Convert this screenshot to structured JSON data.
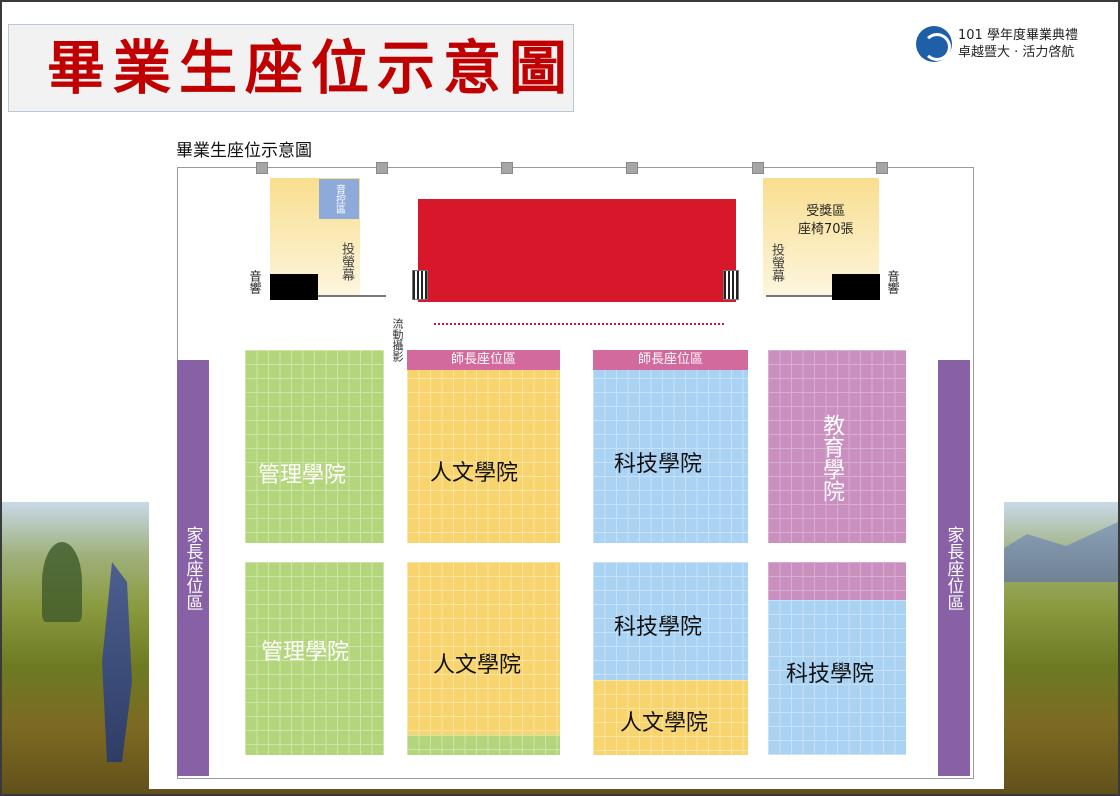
{
  "slide": {
    "title": "畢業生座位示意圖",
    "brand": {
      "line1": "101 學年度畢業典禮",
      "line2": "卓越暨大 · 活力啓航",
      "icon": "university-logo-icon"
    }
  },
  "map": {
    "caption": "畢業生座位示意圖",
    "av_room": "音控區",
    "speaker_label": "音響",
    "screen_label": "投螢幕",
    "award_area_line1": "受獎區",
    "award_area_line2": "座椅70張",
    "roaming_camera": "流動攝影",
    "family_seats": "家長座位區",
    "faculty_seats": "師長座位區",
    "blocks": {
      "management_top": "管理學院",
      "humanities_top": "人文學院",
      "tech_top": "科技學院",
      "education": "教育學院",
      "management_bottom": "管理學院",
      "humanities_bottom": "人文學院",
      "tech_bottom_mid": "科技學院",
      "humanities_bottom_small": "人文學院",
      "tech_bottom_right": "科技學院"
    },
    "colors": {
      "management": "#b3d67c",
      "humanities": "#f7d46d",
      "tech": "#a9d2f3",
      "education": "#c98fbf",
      "family": "#8760a6",
      "faculty": "#d36a9d",
      "stage": "#d7182a",
      "title": "#c00000"
    }
  }
}
